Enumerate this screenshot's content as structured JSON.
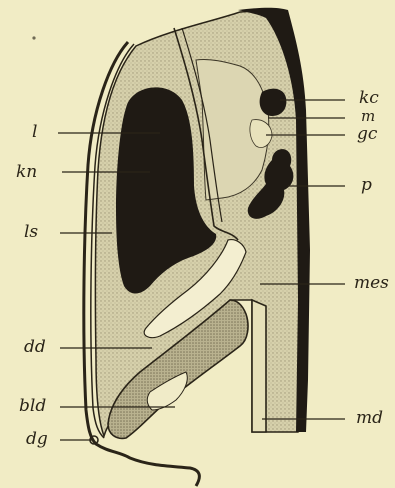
{
  "figure": {
    "labels": {
      "l": "l",
      "kn": "kn",
      "ls": "ls",
      "dd": "dd",
      "bld": "bld",
      "dg": "dg",
      "kc": "kc",
      "m": "m",
      "gc": "gc",
      "p": "p",
      "mes": "mes",
      "md": "md"
    },
    "colors": {
      "paper": "#f1ecc5",
      "ink": "#1f1a14",
      "stipple": "#c9c3a0",
      "light_tissue": "#ece7c0"
    }
  }
}
